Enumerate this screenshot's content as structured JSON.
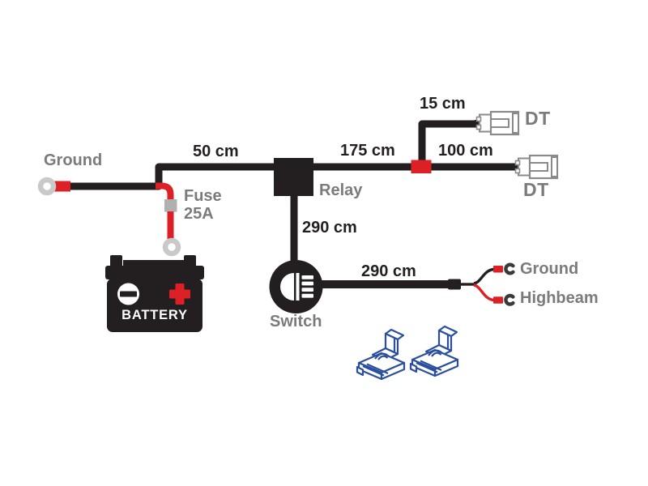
{
  "colors": {
    "background": "#ffffff",
    "wire_black": "#231f20",
    "wire_red": "#dd1f26",
    "label_gray": "#7b7b7d",
    "label_black": "#231f20",
    "terminal_ring_gray": "#c9c9c9",
    "fuse_body_gray": "#b0b0b2",
    "dt_connector_outline": "#8a8a8a",
    "fork_terminal_dark": "#3a3a3a",
    "wire_tap_blue": "#2b4f9e"
  },
  "components": {
    "ground_terminal": {
      "label": "Ground"
    },
    "fuse": {
      "name": "Fuse",
      "rating": "25A"
    },
    "battery": {
      "label": "BATTERY"
    },
    "relay": {
      "label": "Relay"
    },
    "switch": {
      "label": "Switch"
    },
    "dt_connector_top": {
      "label": "DT"
    },
    "dt_connector_right": {
      "label": "DT"
    },
    "splice_ground": {
      "label": "Ground"
    },
    "splice_highbeam": {
      "label": "Highbeam"
    }
  },
  "wires": {
    "ground_to_relay": {
      "length": "50 cm"
    },
    "relay_to_junction": {
      "length": "175 cm"
    },
    "junction_to_dt_top": {
      "length": "15 cm"
    },
    "junction_to_dt_right": {
      "length": "100 cm"
    },
    "relay_to_switch": {
      "length": "290 cm"
    },
    "switch_to_splices": {
      "length": "290 cm"
    }
  },
  "icons": [
    "ring-terminal-icon",
    "fuse-icon",
    "battery-icon",
    "relay-box",
    "junction-block",
    "dt-connector-icon",
    "switch-icon",
    "headlight-icon",
    "fork-terminal-icon",
    "wire-tap-connector-icon"
  ]
}
